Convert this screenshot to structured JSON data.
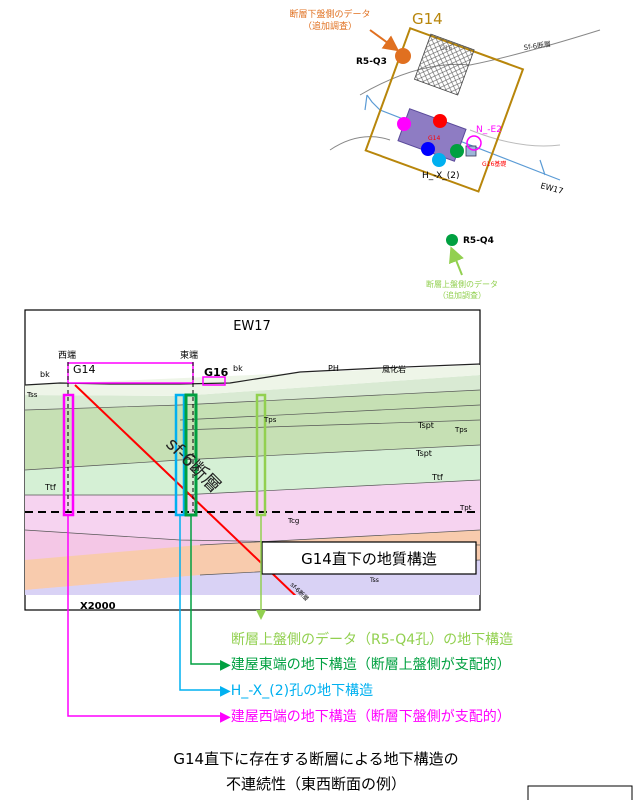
{
  "map": {
    "title": "G14",
    "lower_data_label": "断層下盤側のデータ",
    "lower_data_sub": "（追加調査）",
    "r5q3": "R5-Q3",
    "g16": "G16",
    "sf6": "Sf-6断層",
    "nxe2": "N_-E2",
    "g14_small": "G14",
    "g16_small": "G16基礎",
    "hx2": "H_-X_(2)",
    "ew17": "EW17",
    "r5q4": "R5-Q4",
    "upper_data_label": "断層上盤側のデータ",
    "upper_data_sub": "（追加調査）"
  },
  "section": {
    "title": "EW17",
    "west": "西端",
    "g14": "G14",
    "east": "東端",
    "g16": "G16",
    "bk1": "bk",
    "bk2": "bk",
    "ph": "PH",
    "weathered": "風化岩",
    "ss": "Tss",
    "ps": "Tps",
    "tps": "Tps",
    "tspt1": "Tspt",
    "tspt2": "Tspt",
    "ttf1": "Ttf",
    "ttf2": "Ttf",
    "tpt": "Tpt",
    "tcg": "Tcg",
    "tss_low": "Tss",
    "fault": "sf-6断層",
    "fault_small": "sf-6断層",
    "x2000": "X2000",
    "box_label": "G14直下の地質構造"
  },
  "legend": {
    "upper": "断層上盤側のデータ（R5-Q4孔）の地下構造",
    "east": "▶建屋東端の地下構造（断層上盤側が支配的）",
    "hx": "▶H_-X_(2)孔の地下構造",
    "west": "▶建屋西端の地下構造（断層下盤側が支配的）"
  },
  "caption": {
    "line1": "G14直下に存在する断層による地下構造の",
    "line2": "不連続性（東西断面の例）"
  },
  "colors": {
    "orange": "#e07020",
    "gold": "#b8860b",
    "magenta": "#ff00ff",
    "green": "#00a040",
    "lightgreen": "#92d050",
    "cyan": "#00b0f0",
    "red": "#ff0000",
    "blue": "#0000ff"
  }
}
